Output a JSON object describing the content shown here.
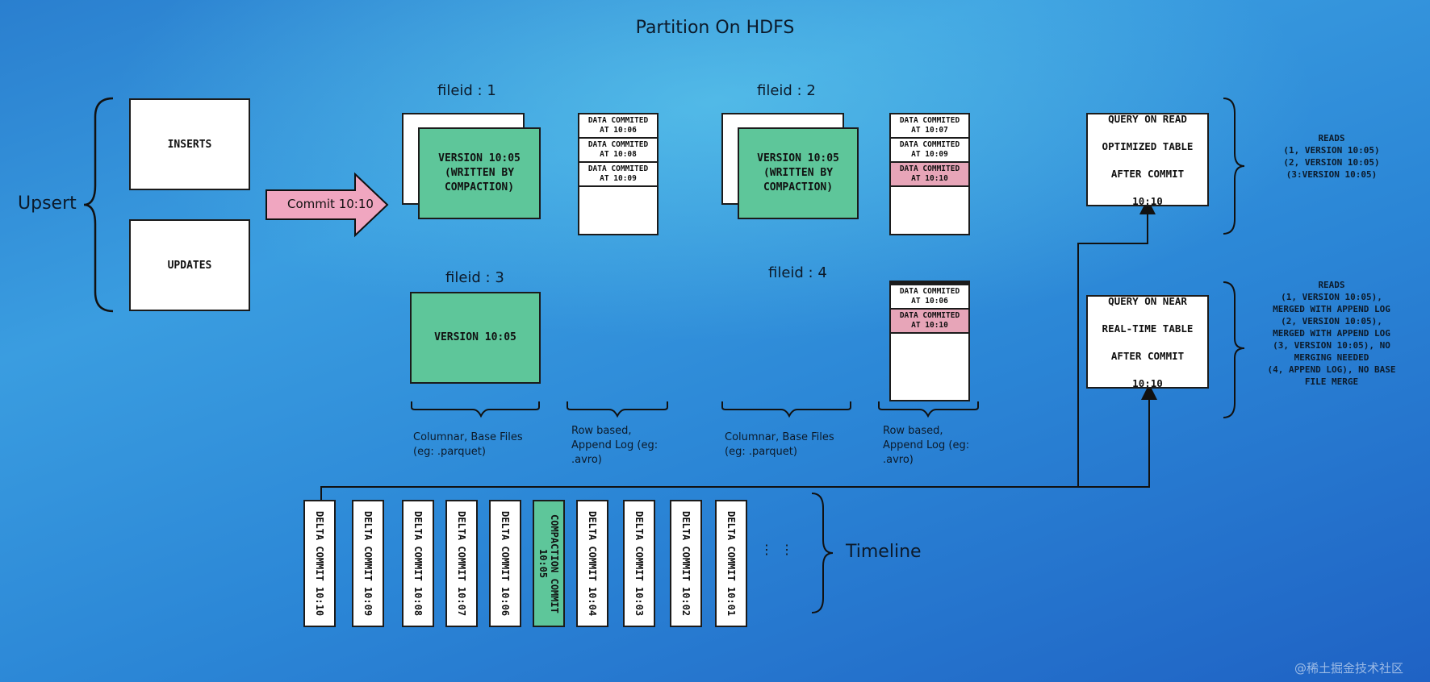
{
  "title": "Partition On HDFS",
  "upsert": {
    "label": "Upsert",
    "inserts": "INSERTS",
    "updates": "UPDATES"
  },
  "commit_arrow": "Commit 10:10",
  "fileids": {
    "f1": "fileid : 1",
    "f2": "fileid : 2",
    "f3": "fileid : 3",
    "f4": "fileid : 4"
  },
  "base_files": {
    "f1": "VERSION 10:05\n(WRITTEN BY\nCOMPACTION)",
    "f2": "VERSION 10:05\n(WRITTEN BY\nCOMPACTION)",
    "f3": "VERSION 10:05"
  },
  "logs": {
    "f1": [
      {
        "text": "DATA COMMITED\nAT 10:06",
        "pink": false
      },
      {
        "text": "DATA COMMITED\nAT 10:08",
        "pink": false
      },
      {
        "text": "DATA COMMITED\nAT 10:09",
        "pink": false
      }
    ],
    "f2": [
      {
        "text": "DATA COMMITED\nAT 10:07",
        "pink": false
      },
      {
        "text": "DATA COMMITED\nAT 10:09",
        "pink": false
      },
      {
        "text": "DATA COMMITED\nAT 10:10",
        "pink": true
      }
    ],
    "f4": [
      {
        "text": "DATA COMMITED\nAT 10:06",
        "pink": false
      },
      {
        "text": "DATA COMMITED\nAT 10:10",
        "pink": true
      }
    ]
  },
  "captions": {
    "columnar1": "Columnar, Base Files\n(eg: .parquet)",
    "row1": "Row based,\nAppend Log (eg:\n.avro)",
    "columnar2": "Columnar, Base Files\n(eg: .parquet)",
    "row2": "Row based,\nAppend Log (eg:\n.avro)"
  },
  "queries": {
    "read_optimized": {
      "line1": "QUERY ON READ",
      "line2": "OPTIMIZED TABLE",
      "after": "AFTER",
      "commit": "COMMIT",
      "time": "10:10"
    },
    "near_realtime": {
      "line1": "QUERY ON NEAR",
      "line2": "REAL-TIME TABLE",
      "after": "AFTER",
      "commit": "COMMIT",
      "time": "10:10"
    }
  },
  "reads": {
    "read_optimized": "READS\n(1, VERSION 10:05)\n(2, VERSION 10:05)\n(3:VERSION 10:05)",
    "near_realtime": "READS\n(1, VERSION 10:05),\nMERGED WITH APPEND LOG\n(2, VERSION 10:05),\nMERGED WITH APPEND LOG\n(3, VERSION 10:05), NO\nMERGING NEEDED\n(4, APPEND LOG), NO BASE\nFILE MERGE"
  },
  "timeline": {
    "label": "Timeline",
    "ellipsis": "⋮   ⋮",
    "commits": [
      {
        "text": "DELTA COMMIT  10:10",
        "green": false
      },
      {
        "text": "DELTA COMMIT  10:09",
        "green": false
      },
      {
        "text": "DELTA COMMIT  10:08",
        "green": false
      },
      {
        "text": "DELTA COMMIT  10:07",
        "green": false
      },
      {
        "text": "DELTA COMMIT  10:06",
        "green": false
      },
      {
        "text": "COMPACTION COMMIT\n10:05",
        "green": true
      },
      {
        "text": "DELTA COMMIT  10:04",
        "green": false
      },
      {
        "text": "DELTA COMMIT  10:03",
        "green": false
      },
      {
        "text": "DELTA COMMIT  10:02",
        "green": false
      },
      {
        "text": "DELTA COMMIT  10:01",
        "green": false
      }
    ]
  },
  "watermark": "@稀土掘金技术社区",
  "colors": {
    "green": "#5ec69a",
    "pink": "#e7a5b8",
    "arrow_pink": "#f0a6c0"
  }
}
